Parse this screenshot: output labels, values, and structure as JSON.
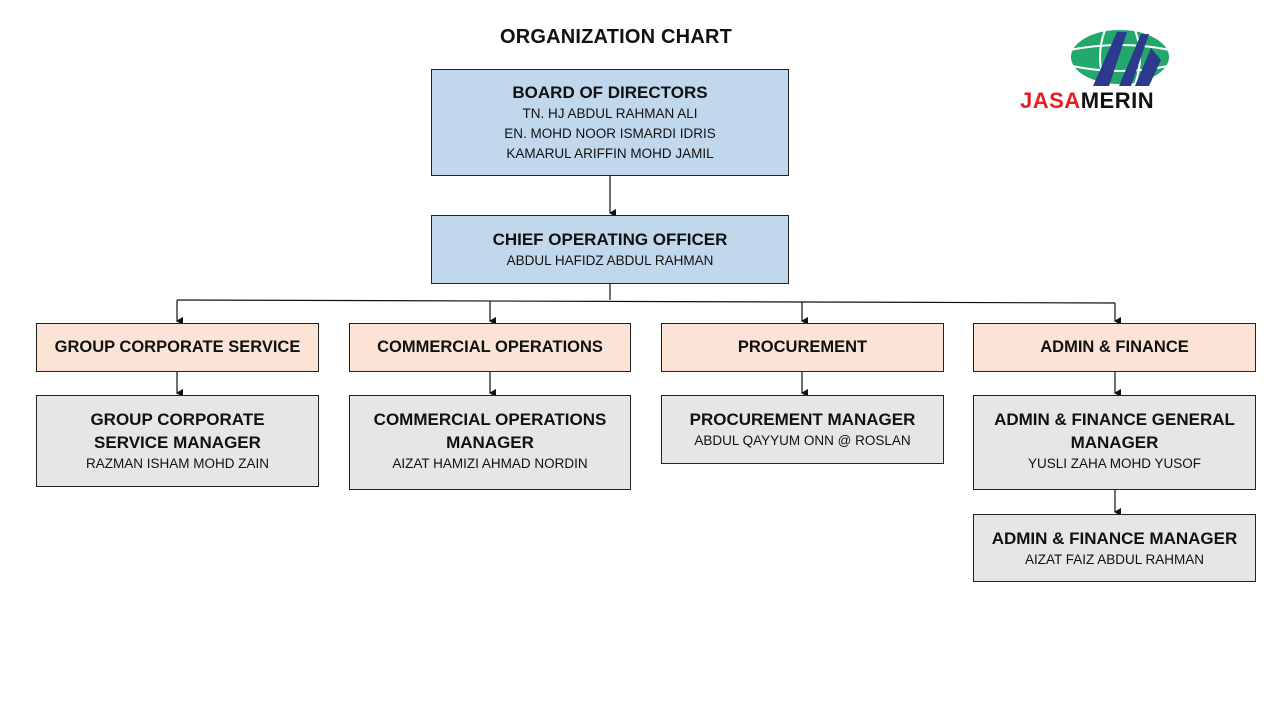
{
  "title": "ORGANIZATION CHART",
  "logo": {
    "part1": "JASA",
    "part2": "MERIN",
    "primary_color": "#e31e24",
    "globe_color": "#22a86b"
  },
  "board": {
    "title": "BOARD OF DIRECTORS",
    "members": [
      "TN. HJ ABDUL RAHMAN ALI",
      "EN. MOHD NOOR ISMARDI IDRIS",
      "KAMARUL ARIFFIN MOHD JAMIL"
    ]
  },
  "coo": {
    "title": "CHIEF OPERATING OFFICER",
    "name": "ABDUL HAFIDZ ABDUL RAHMAN"
  },
  "departments": [
    {
      "title": "GROUP CORPORATE SERVICE",
      "manager_title": "GROUP CORPORATE SERVICE MANAGER",
      "manager_name": "RAZMAN ISHAM MOHD ZAIN"
    },
    {
      "title": "COMMERCIAL OPERATIONS",
      "manager_title": "COMMERCIAL OPERATIONS MANAGER",
      "manager_name": "AIZAT HAMIZI AHMAD NORDIN"
    },
    {
      "title": "PROCUREMENT",
      "manager_title": "PROCUREMENT MANAGER",
      "manager_name": "ABDUL QAYYUM ONN @ ROSLAN"
    },
    {
      "title": "ADMIN & FINANCE",
      "manager_title": "ADMIN & FINANCE GENERAL MANAGER",
      "manager_name": "YUSLI ZAHA MOHD YUSOF"
    }
  ],
  "sub_manager": {
    "title": "ADMIN & FINANCE MANAGER",
    "name": "AIZAT FAIZ ABDUL RAHMAN"
  },
  "colors": {
    "leadership": "#c0d7ec",
    "department": "#fbe4d6",
    "manager": "#e6e6e6"
  }
}
